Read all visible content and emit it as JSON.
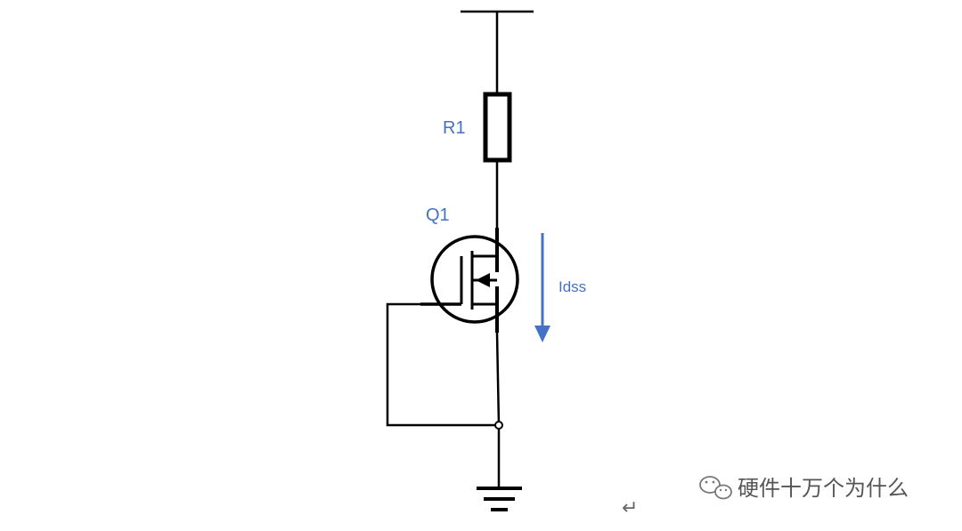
{
  "diagram": {
    "components": {
      "resistor": {
        "label": "R1"
      },
      "transistor": {
        "label": "Q1"
      },
      "current": {
        "label": "Idss"
      }
    },
    "colors": {
      "wire": "#000000",
      "label": "#4472C4",
      "arrow": "#4472C4",
      "watermark": "#555555"
    }
  },
  "watermark": {
    "text": "硬件十万个为什么",
    "icon": "wechat-icon"
  },
  "return_mark": {
    "glyph": "↵",
    "icon": "return-arrow-icon"
  }
}
